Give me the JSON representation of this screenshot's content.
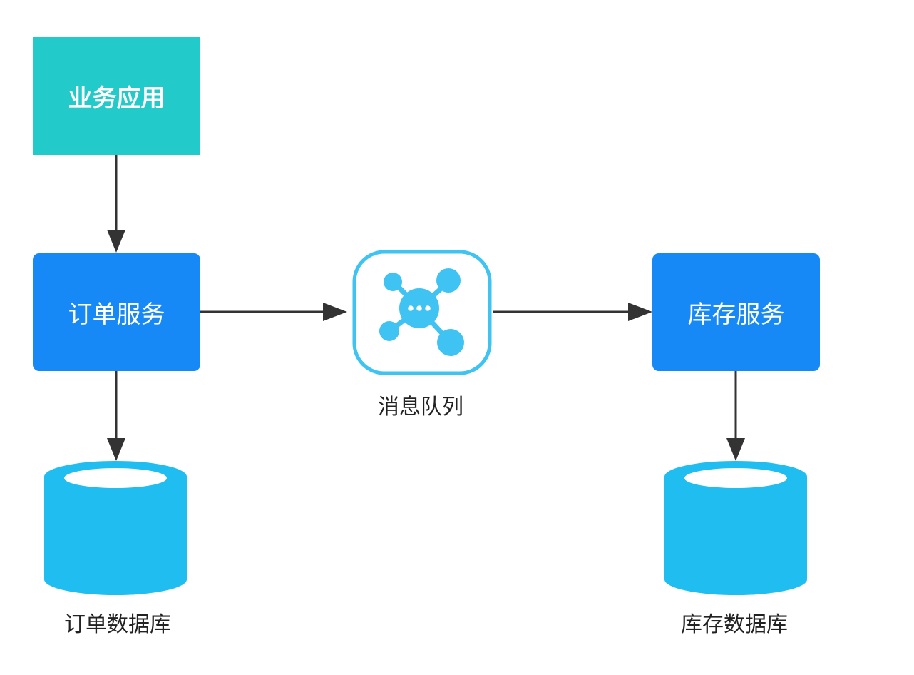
{
  "nodes": {
    "business_app": "业务应用",
    "order_service": "订单服务",
    "message_queue": "消息队列",
    "stock_service": "库存服务",
    "order_db": "订单数据库",
    "stock_db": "库存数据库"
  },
  "colors": {
    "business_app": "#22cbc9",
    "service": "#1689f7",
    "database": "#1fbdf0",
    "queue_icon": "#3ec3f2",
    "arrow": "#333333"
  },
  "icons": {
    "message_queue": "message-queue-icon",
    "database": "database-icon"
  }
}
